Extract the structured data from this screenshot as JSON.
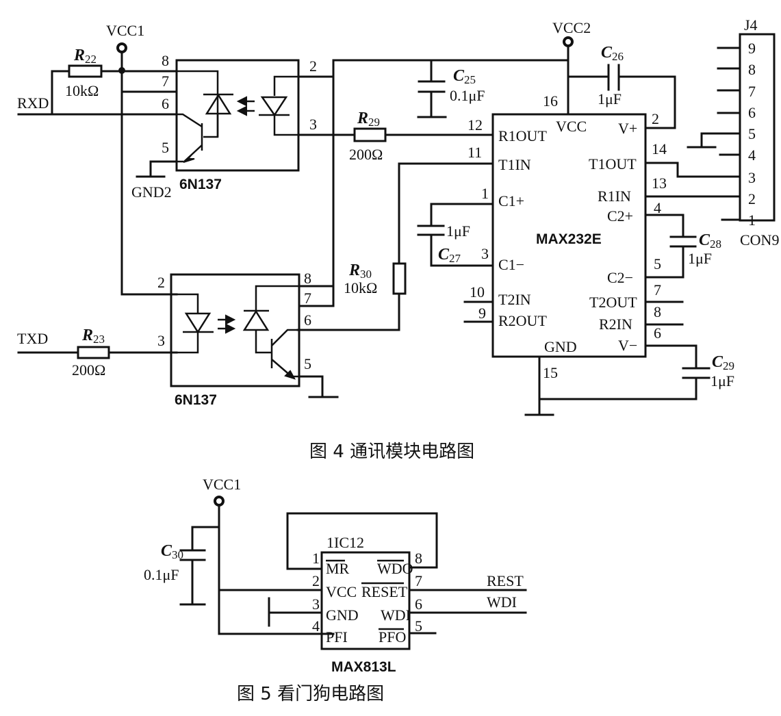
{
  "figure4": {
    "caption": "图 4  通讯模块电路图",
    "vcc1_label": "VCC1",
    "vcc2_label": "VCC2",
    "rxd_label": "RXD",
    "txd_label": "TXD",
    "gnd2_label": "GND2",
    "r22": {
      "name": "R",
      "sub": "22",
      "value": "10kΩ"
    },
    "r23": {
      "name": "R",
      "sub": "23",
      "value": "200Ω"
    },
    "r29": {
      "name": "R",
      "sub": "29",
      "value": "200Ω"
    },
    "r30": {
      "name": "R",
      "sub": "30",
      "value": "10kΩ"
    },
    "c25": {
      "name": "C",
      "sub": "25",
      "value": "0.1μF"
    },
    "c26": {
      "name": "C",
      "sub": "26",
      "value": "1μF"
    },
    "c27": {
      "name": "C",
      "sub": "27",
      "value": "1μF"
    },
    "c28": {
      "name": "C",
      "sub": "28",
      "value": "1μF"
    },
    "c29": {
      "name": "C",
      "sub": "29",
      "value": "1μF"
    },
    "opto_top": {
      "part": "6N137",
      "pins": [
        "8",
        "7",
        "6",
        "5",
        "2",
        "3"
      ]
    },
    "opto_bottom": {
      "part": "6N137",
      "pins": [
        "2",
        "3",
        "8",
        "7",
        "6",
        "5"
      ]
    },
    "max232": {
      "part": "MAX232E",
      "left_pins": [
        {
          "num": "12",
          "name": "R1OUT"
        },
        {
          "num": "11",
          "name": "T1IN"
        },
        {
          "num": "1",
          "name": "C1+"
        },
        {
          "num": "3",
          "name": "C1−"
        },
        {
          "num": "10",
          "name": "T2IN"
        },
        {
          "num": "9",
          "name": "R2OUT"
        }
      ],
      "right_pins": [
        {
          "num": "2",
          "name": "V+"
        },
        {
          "num": "14",
          "name": "T1OUT"
        },
        {
          "num": "13",
          "name": "R1IN"
        },
        {
          "num": "4",
          "name": "C2+"
        },
        {
          "num": "5",
          "name": "C2−"
        },
        {
          "num": "7",
          "name": "T2OUT"
        },
        {
          "num": "8",
          "name": "R2IN"
        },
        {
          "num": "6",
          "name": "V−"
        }
      ],
      "top_pin": {
        "num": "16",
        "name": "VCC"
      },
      "bottom_pin": {
        "num": "15",
        "name": "GND"
      }
    },
    "connector": {
      "ref": "J4",
      "part": "CON9",
      "pins": [
        "9",
        "8",
        "7",
        "6",
        "5",
        "4",
        "3",
        "2",
        "1"
      ]
    }
  },
  "figure5": {
    "caption": "图 5  看门狗电路图",
    "vcc1_label": "VCC1",
    "c30": {
      "name": "C",
      "sub": "30",
      "value": "0.1μF"
    },
    "ic": {
      "ref": "1IC12",
      "part": "MAX813L",
      "left_pins": [
        {
          "num": "1",
          "name": "MR"
        },
        {
          "num": "2",
          "name": "VCC"
        },
        {
          "num": "3",
          "name": "GND"
        },
        {
          "num": "4",
          "name": "PFI"
        }
      ],
      "right_pins": [
        {
          "num": "8",
          "name": "WDO"
        },
        {
          "num": "7",
          "name": "RESET"
        },
        {
          "num": "6",
          "name": "WDI"
        },
        {
          "num": "5",
          "name": "PFO"
        }
      ]
    },
    "net_rest": "REST",
    "net_wdi": "WDI"
  }
}
